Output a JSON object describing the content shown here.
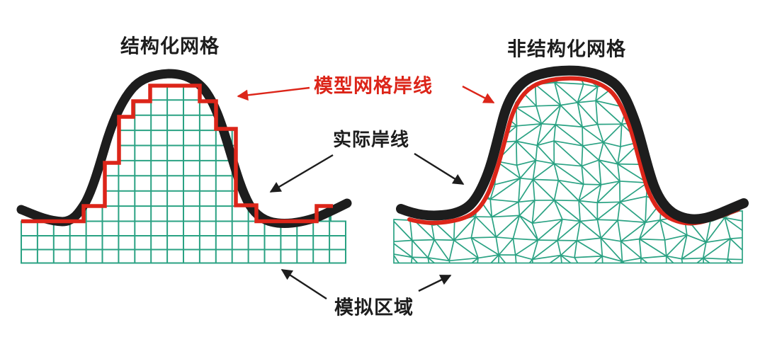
{
  "figure": {
    "left_panel": {
      "title": "结构化网格"
    },
    "right_panel": {
      "title": "非结构化网格"
    },
    "labels": {
      "model_coastline": "模型网格岸线",
      "actual_coastline": "实际岸线",
      "simulation_area": "模拟区域"
    },
    "colors": {
      "mesh_green": "#2aa283",
      "model_red": "#dc2519",
      "coastline_black": "#1d1d1d",
      "background": "#ffffff"
    }
  }
}
